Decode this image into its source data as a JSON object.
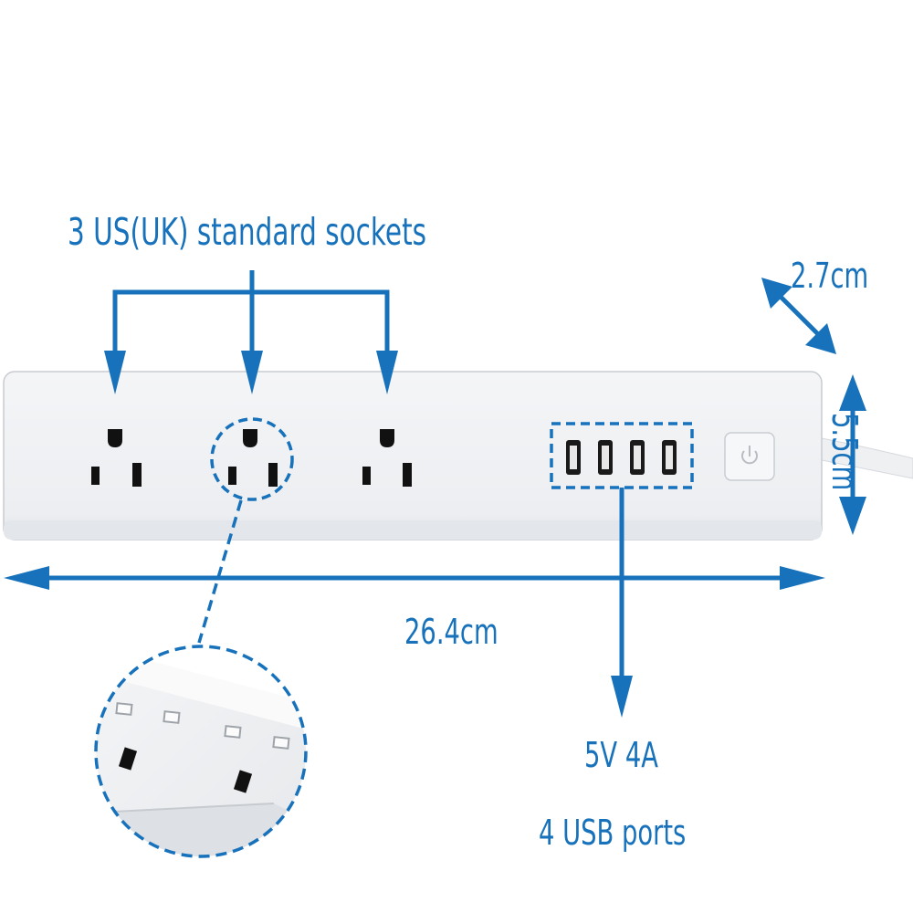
{
  "annotations": {
    "sockets_title": "3 US(UK) standard sockets",
    "depth": "2.7cm",
    "height": "5.5cm",
    "length": "26.4cm",
    "usb_power": "5V 4A",
    "usb_ports": "4 USB ports"
  },
  "colors": {
    "accent": "#1772bb",
    "strip_body": "#f1f2f4",
    "background": "#ffffff"
  },
  "icons": [
    "power-icon"
  ]
}
